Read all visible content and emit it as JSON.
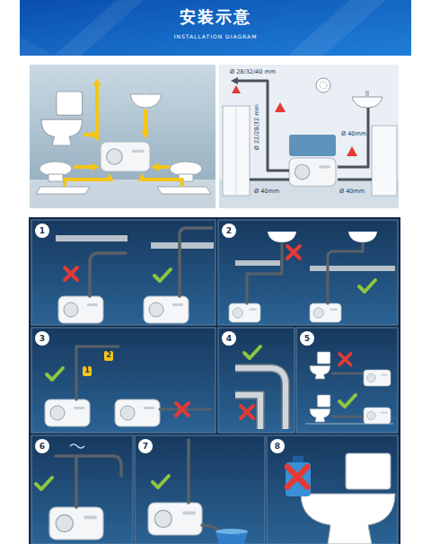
{
  "diagram": {
    "title": "安装示意",
    "nodes": [
      {
        "text": [
          "1"
        ]
      },
      {
        "text": [
          "2"
        ]
      },
      {
        "text": [
          "3"
        ]
      },
      {
        "text": [
          "1"
        ]
      },
      {
        "text": [
          "2"
        ]
      },
      {
        "text": [
          "4"
        ]
      },
      {
        "text": [
          "5"
        ]
      },
      {
        "text": [
          "6"
        ]
      },
      {
        "text": [
          "7"
        ]
      },
      {
        "text": [
          "8"
        ]
      }
    ],
    "labels": [
      "INSTALLATION DIAGRAM",
      "Ø 28/32/40 mm",
      "Ø 22/28/32 mm",
      "Ø 40mm",
      "Ø 40mm",
      "Ø 40mm"
    ]
  }
}
